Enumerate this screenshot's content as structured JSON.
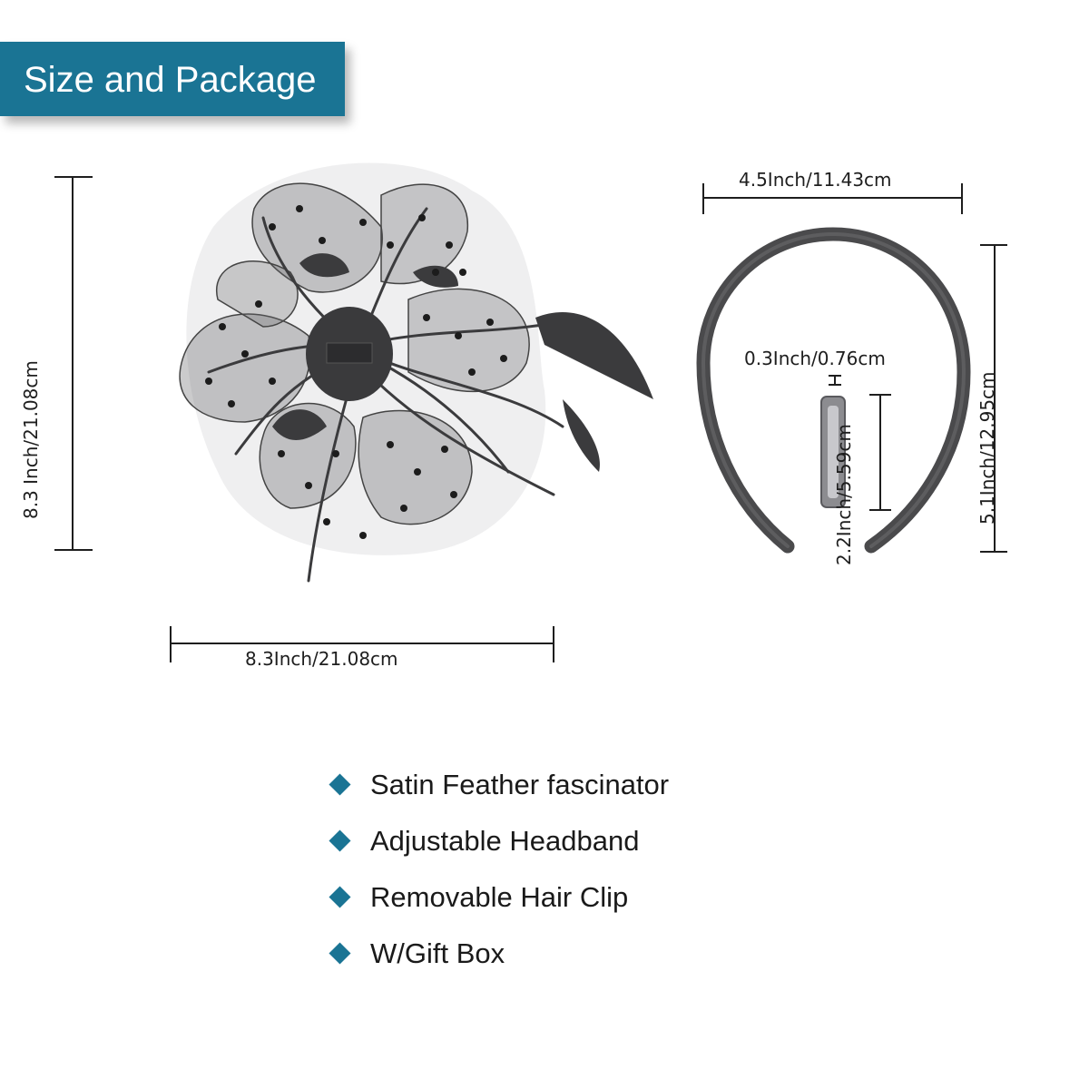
{
  "banner": {
    "title": "Size and Package"
  },
  "dimensions": {
    "fascinator_height": "8.3 Inch/21.08cm",
    "fascinator_width": "8.3Inch/21.08cm",
    "headband_width": "4.5Inch/11.43cm",
    "headband_height": "5.1Inch/12.95cm",
    "clip_width": "0.3Inch/0.76cm",
    "clip_length": "2.2Inch/5.59cm"
  },
  "features": [
    {
      "label": "Satin Feather fascinator"
    },
    {
      "label": "Adjustable Headband"
    },
    {
      "label": "Removable Hair Clip"
    },
    {
      "label": "W/Gift Box"
    }
  ],
  "colors": {
    "accent": "#1a7494",
    "product": "#3a3a3c",
    "text": "#1e1e1e"
  },
  "icons": {
    "bullet": "diamond-bullet-icon"
  }
}
